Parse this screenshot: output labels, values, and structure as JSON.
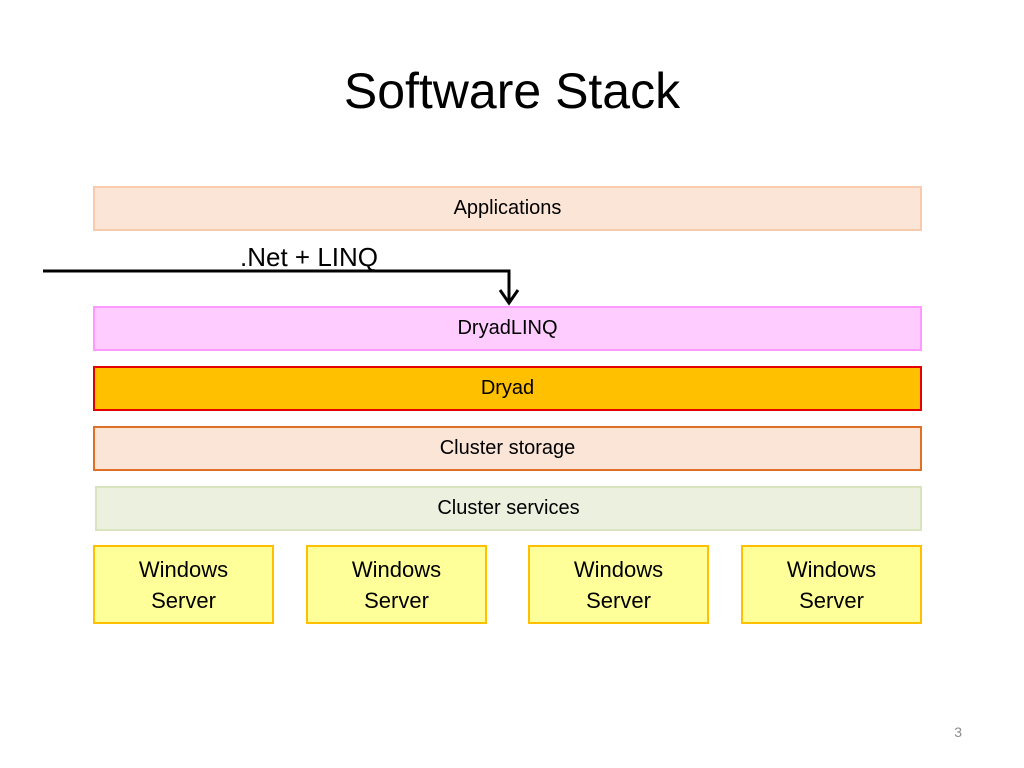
{
  "slide": {
    "title": "Software Stack",
    "page_number": "3"
  },
  "stack": {
    "applications": "Applications",
    "interface_label": ".Net + LINQ",
    "dryadlinq": "DryadLINQ",
    "dryad": "Dryad",
    "cluster_storage": "Cluster storage",
    "cluster_services": "Cluster services"
  },
  "servers": [
    {
      "line1": "Windows",
      "line2": "Server"
    },
    {
      "line1": "Windows",
      "line2": "Server"
    },
    {
      "line1": "Windows",
      "line2": "Server"
    },
    {
      "line1": "Windows",
      "line2": "Server"
    }
  ],
  "colors": {
    "applications_fill": "#fbe5d6",
    "dryadlinq_fill": "#ffccff",
    "dryad_fill": "#ffc000",
    "dryad_border": "#e20000",
    "storage_border": "#e07028",
    "services_fill": "#ebf1de",
    "server_fill": "#ffff99",
    "server_border": "#ffc000"
  }
}
